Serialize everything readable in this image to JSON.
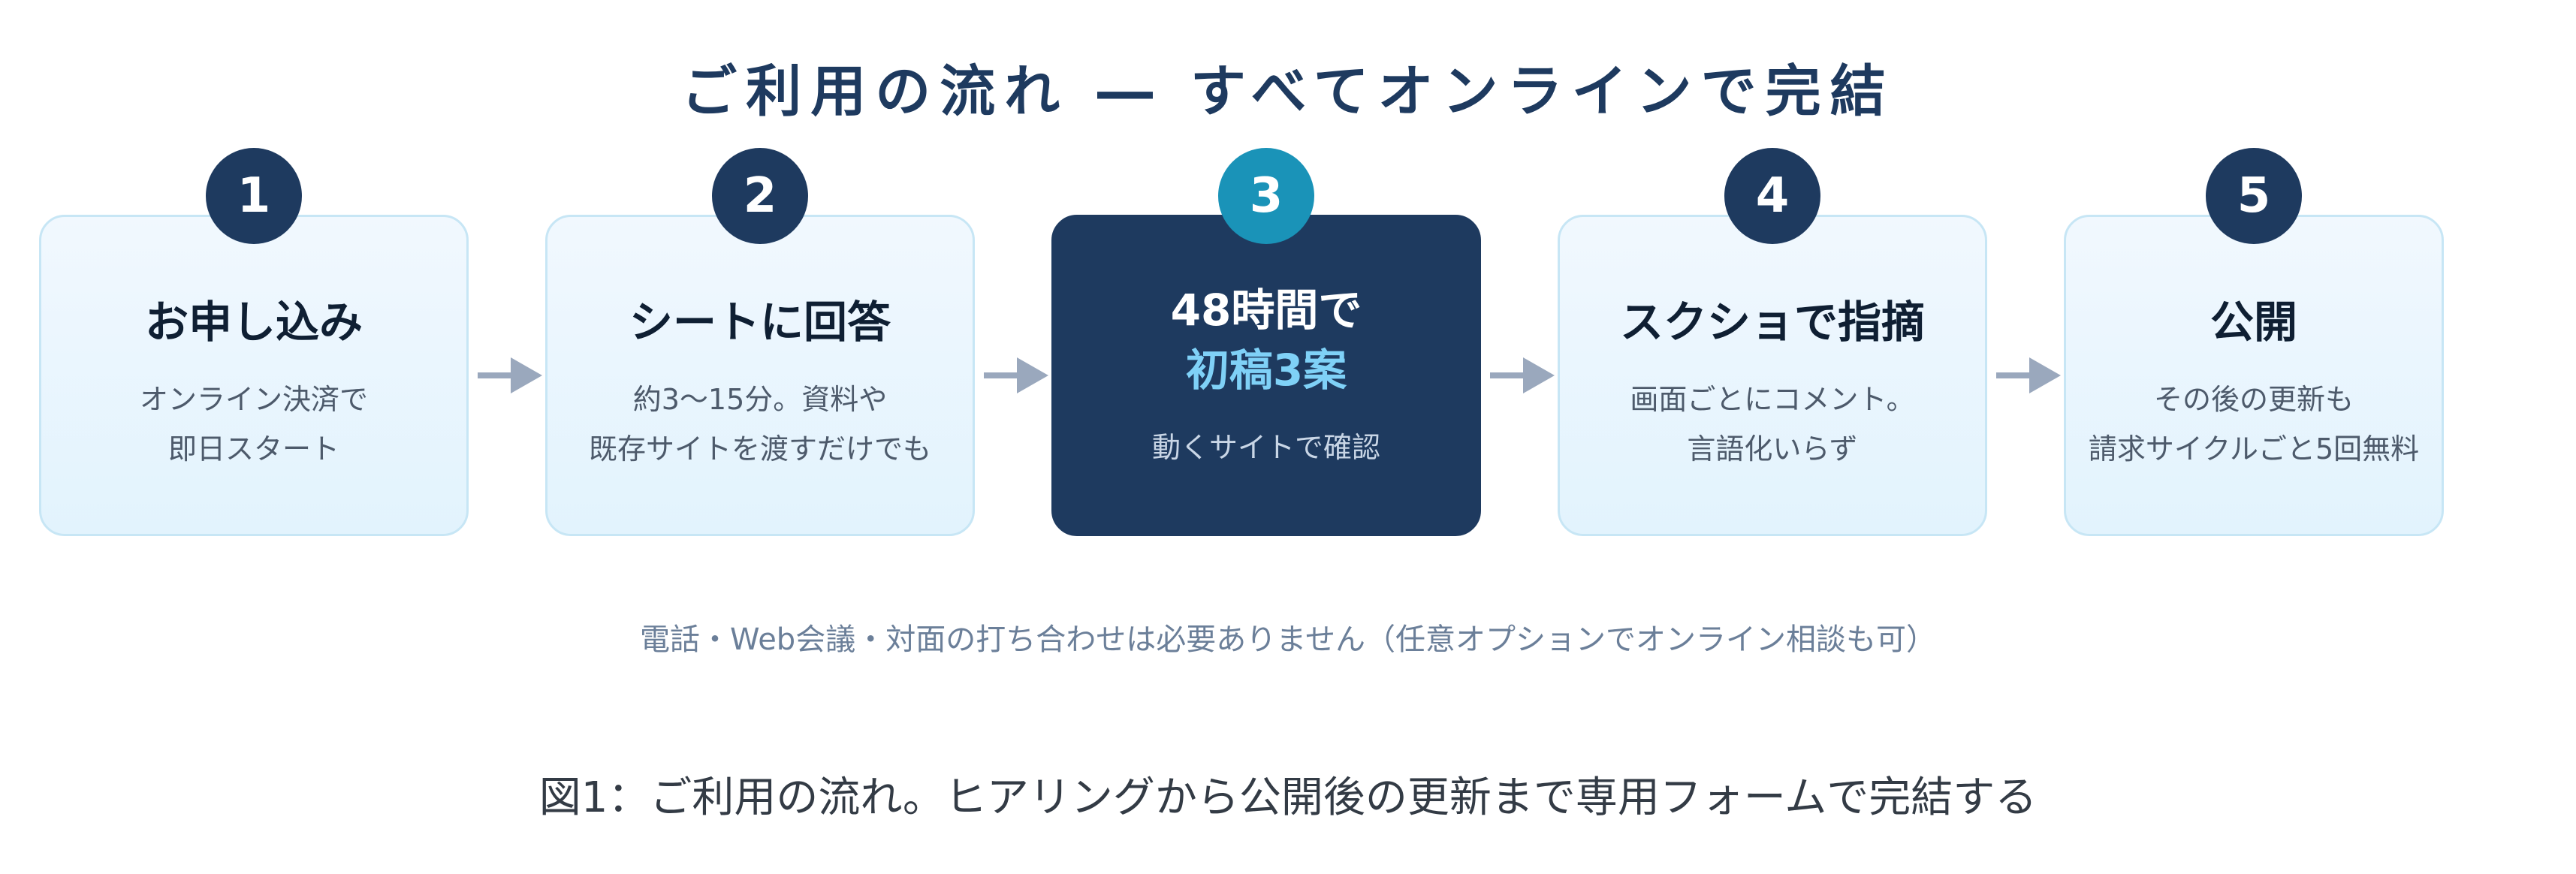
{
  "title": "ご利用の流れ ― すべてオンラインで完結",
  "steps": [
    {
      "number": "1",
      "title": "お申し込み",
      "desc": [
        "オンライン決済で",
        "即日スタート"
      ]
    },
    {
      "number": "2",
      "title": "シートに回答",
      "desc": [
        "約3〜15分。資料や",
        "既存サイトを渡すだけでも"
      ]
    },
    {
      "number": "3",
      "title_line1": "48時間で",
      "title_line2": "初稿3案",
      "desc": [
        "動くサイトで確認"
      ]
    },
    {
      "number": "4",
      "title": "スクショで指摘",
      "desc": [
        "画面ごとにコメント。",
        "言語化いらず"
      ]
    },
    {
      "number": "5",
      "title": "公開",
      "desc": [
        "その後の更新も",
        "請求サイクルごと5回無料"
      ]
    }
  ],
  "note": "電話・Web会議・対面の打ち合わせは必要ありません（任意オプションでオンライン相談も可）",
  "caption": "図1：ご利用の流れ。ヒアリングから公開後の更新まで専用フォームで完結する",
  "colors": {
    "navy": "#1e3a5f",
    "teal_badge": "#1a93b8",
    "highlight_text": "#7fd1f7",
    "card_bg": "#e8f5fd",
    "arrow": "#9aa8bd"
  }
}
